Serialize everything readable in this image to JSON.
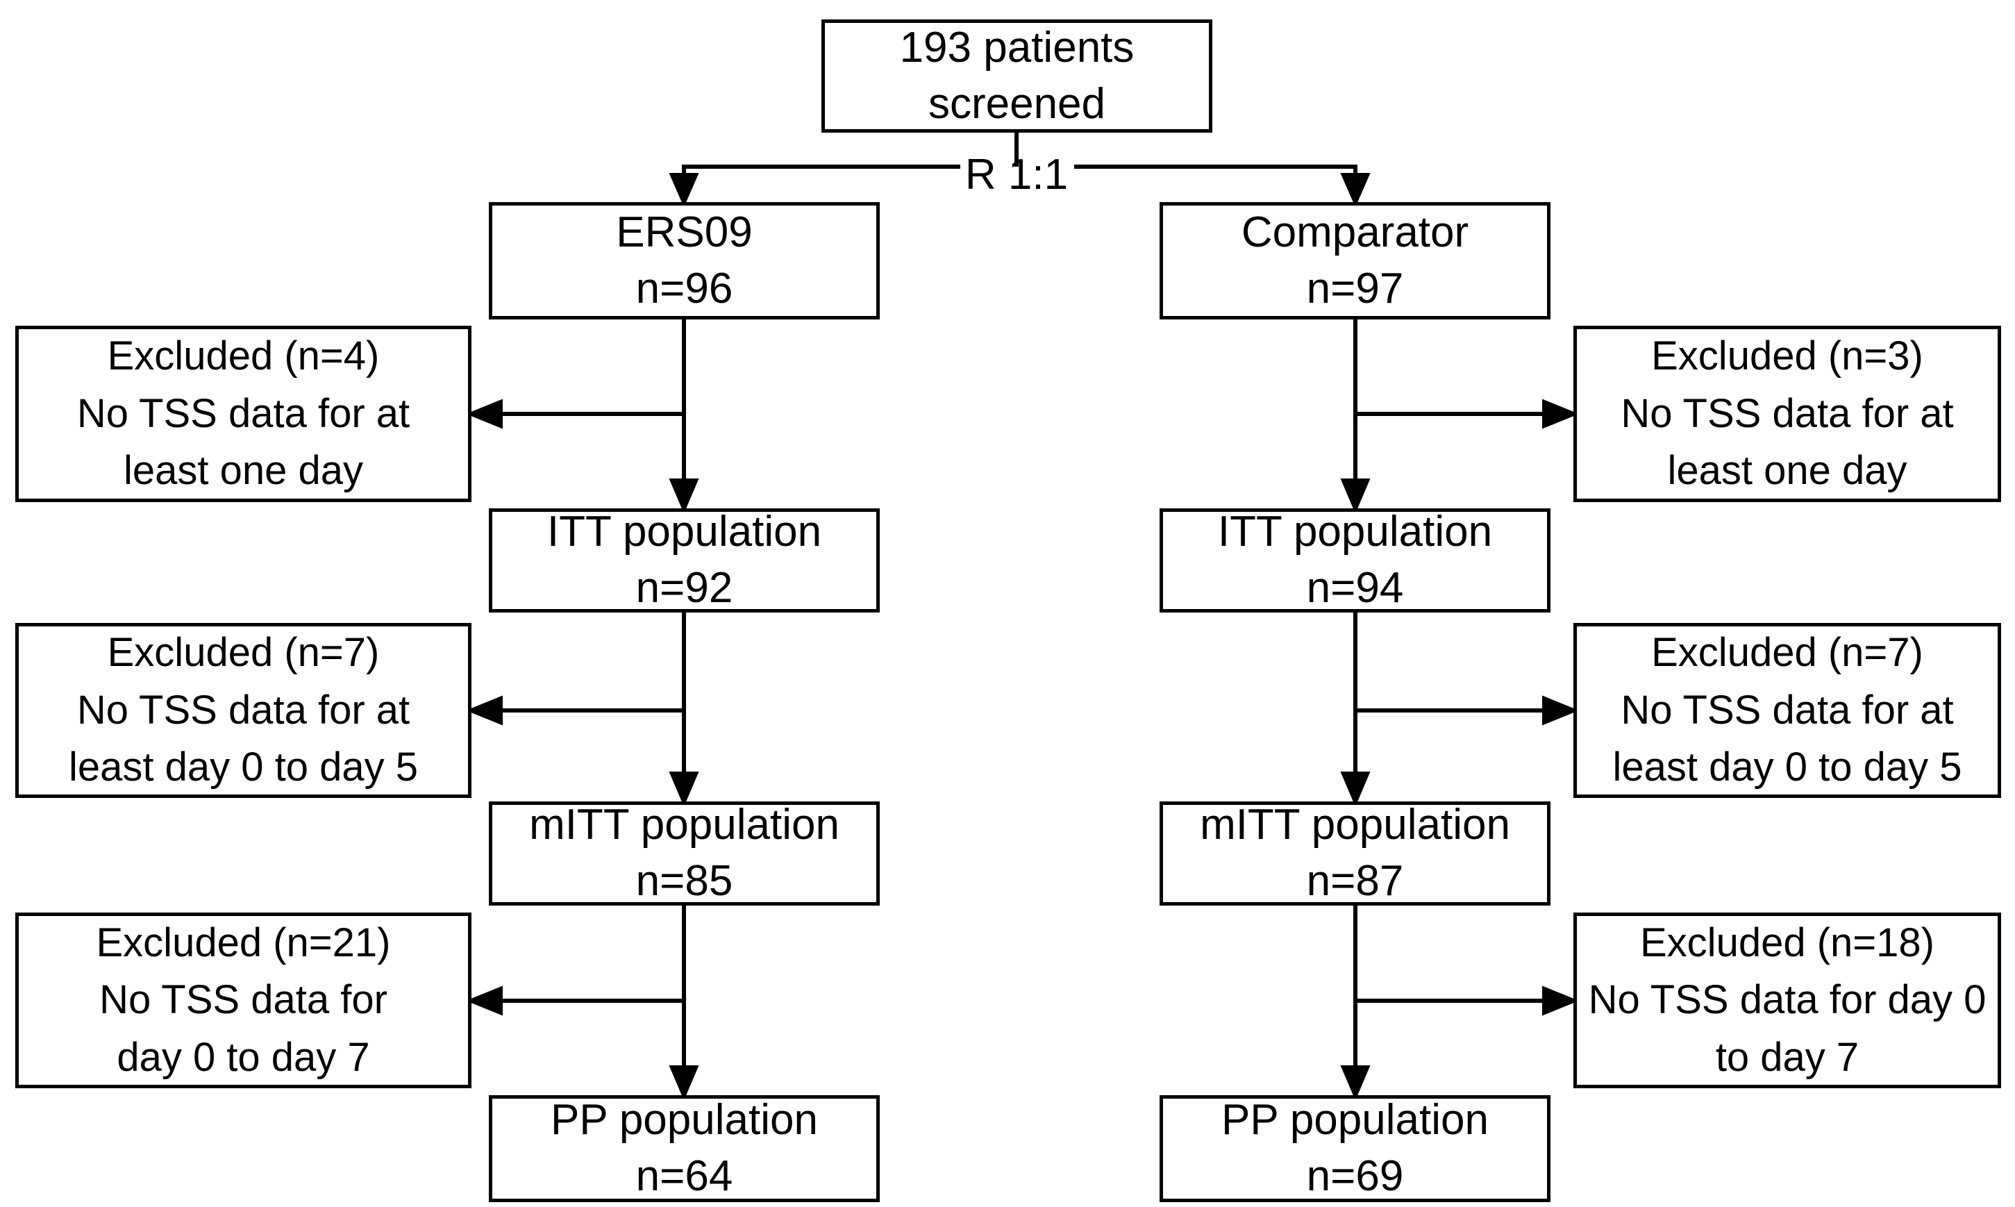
{
  "screened_box": {
    "line1": "193 patients",
    "line2": "screened"
  },
  "randomization_label": "R 1:1",
  "left_arm": {
    "arm_box": {
      "line1": "ERS09",
      "line2": "n=96"
    },
    "excluded_1": {
      "line1": "Excluded (n=4)",
      "line2": "No TSS data for at",
      "line3": "least one day"
    },
    "itt_box": {
      "line1": "ITT population",
      "line2": "n=92"
    },
    "excluded_2": {
      "line1": "Excluded (n=7)",
      "line2": "No TSS data for at",
      "line3": "least day 0 to day 5"
    },
    "mitt_box": {
      "line1": "mITT population",
      "line2": "n=85"
    },
    "excluded_3": {
      "line1": "Excluded (n=21)",
      "line2": "No TSS data for",
      "line3": "day 0 to day 7"
    },
    "pp_box": {
      "line1": "PP population",
      "line2": "n=64"
    }
  },
  "right_arm": {
    "arm_box": {
      "line1": "Comparator",
      "line2": "n=97"
    },
    "excluded_1": {
      "line1": "Excluded (n=3)",
      "line2": "No TSS data for at",
      "line3": "least one day"
    },
    "itt_box": {
      "line1": "ITT population",
      "line2": "n=94"
    },
    "excluded_2": {
      "line1": "Excluded (n=7)",
      "line2": "No TSS data for at",
      "line3": "least day 0 to day 5"
    },
    "mitt_box": {
      "line1": "mITT population",
      "line2": "n=87"
    },
    "excluded_3": {
      "line1": "Excluded (n=18)",
      "line2": "No TSS data for day 0",
      "line3": "to day 7"
    },
    "pp_box": {
      "line1": "PP population",
      "line2": "n=69"
    }
  },
  "colors": {
    "line": "#000000",
    "background": "#ffffff",
    "text": "#000000"
  }
}
